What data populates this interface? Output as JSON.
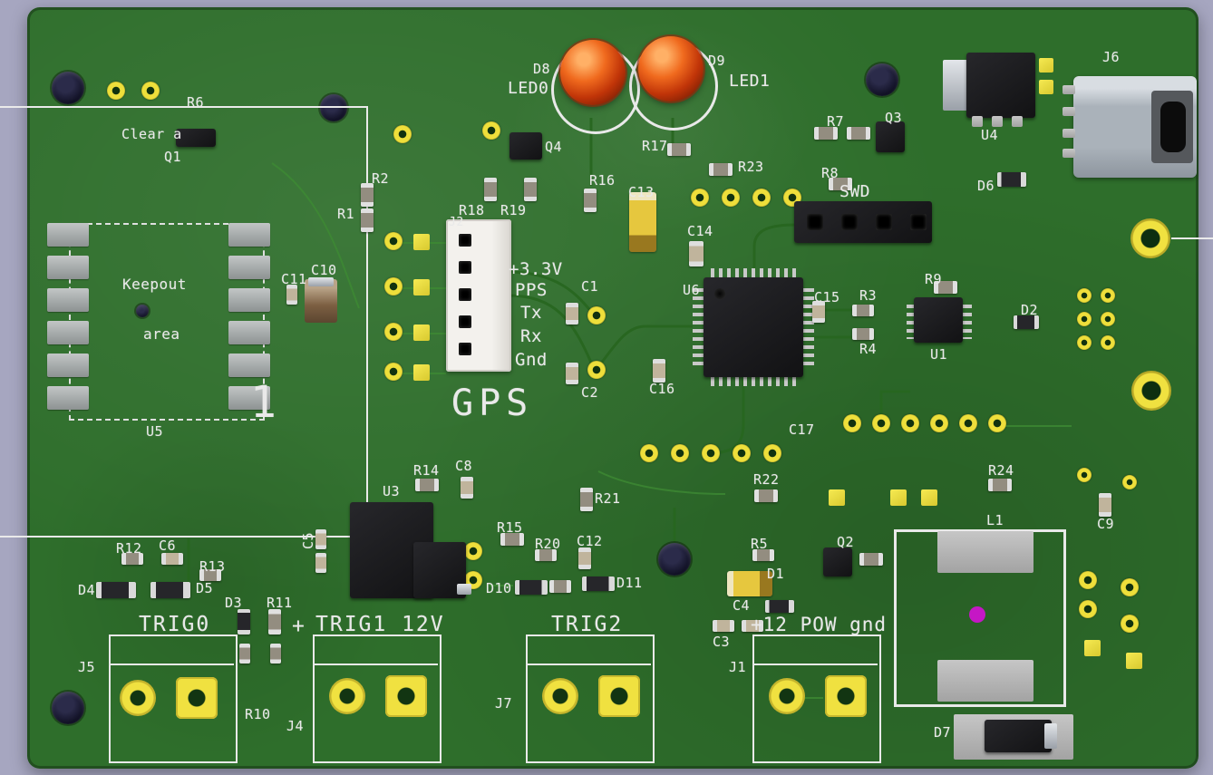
{
  "refs": {
    "R1": "R1",
    "R2": "R2",
    "R3": "R3",
    "R4": "R4",
    "R5": "R5",
    "R6": "R6",
    "R7": "R7",
    "R8": "R8",
    "R9": "R9",
    "R10": "R10",
    "R11": "R11",
    "R12": "R12",
    "R13": "R13",
    "R14": "R14",
    "R15": "R15",
    "R16": "R16",
    "R17": "R17",
    "R18": "R18",
    "R19": "R19",
    "R20": "R20",
    "R21": "R21",
    "R22": "R22",
    "R23": "R23",
    "R24": "R24",
    "C1": "C1",
    "C2": "C2",
    "C3": "C3",
    "C4": "C4",
    "C5": "C5",
    "C6": "C6",
    "C8": "C8",
    "C9": "C9",
    "C10": "C10",
    "C11": "C11",
    "C12": "C12",
    "C13": "C13",
    "C14": "C14",
    "C15": "C15",
    "C16": "C16",
    "C17": "C17",
    "D1": "D1",
    "D2": "D2",
    "D3": "D3",
    "D4": "D4",
    "D5": "D5",
    "D6": "D6",
    "D7": "D7",
    "D8": "D8",
    "D9": "D9",
    "D10": "D10",
    "D11": "D11",
    "Q1": "Q1",
    "Q2": "Q2",
    "Q3": "Q3",
    "Q4": "Q4",
    "U1": "U1",
    "U3": "U3",
    "U4": "U4",
    "U5": "U5",
    "U6": "U6",
    "J1": "J1",
    "J2": "J2",
    "J4": "J4",
    "J5": "J5",
    "J6": "J6",
    "J7": "J7",
    "L1": "L1"
  },
  "labels": {
    "clear_area": "Clear a",
    "keepout_line1": "Keepout",
    "keepout_line2": "area",
    "pin1_marker": "1",
    "gps_title": "GPS",
    "gps_pin_3v3": "+3.3V",
    "gps_pin_pps": "PPS",
    "gps_pin_tx": "Tx",
    "gps_pin_rx": "Rx",
    "gps_pin_gnd": "Gnd",
    "swd_header": "SWD",
    "led0": "LED0",
    "led1": "LED1",
    "trig0": "TRIG0",
    "trig1_plus": "+",
    "trig1": "TRIG1 12V",
    "trig2": "TRIG2",
    "power_header": "+12 POW gnd"
  },
  "colors": {
    "background": "#a6a6c0",
    "soldermask": "#2e6e2b",
    "silkscreen": "#e9e9e9",
    "pad_yellow": "#eedf3b",
    "led_red": "#d2430f",
    "inductor_dot": "#c517c5"
  }
}
